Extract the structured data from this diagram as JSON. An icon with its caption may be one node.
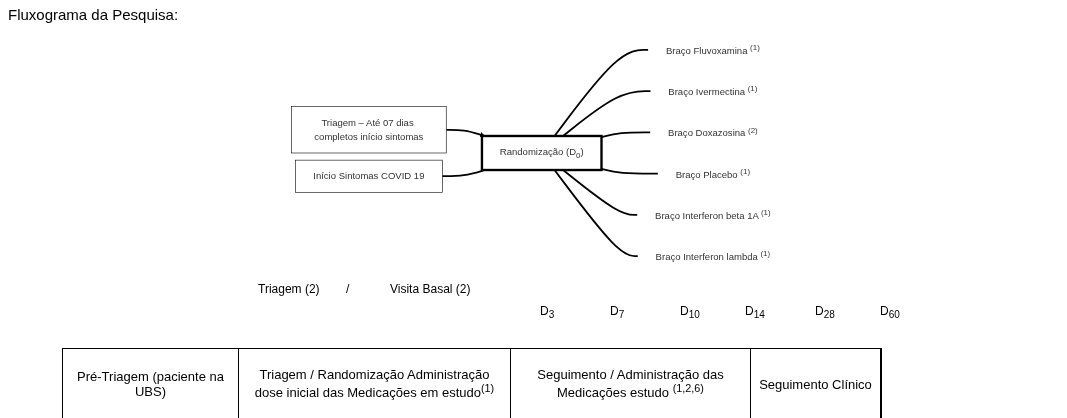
{
  "diagram": {
    "title": "Fluxograma da Pesquisa:",
    "nodes": [
      {
        "text": [
          "Triagem – Até 07 dias completos início sintomas"
        ]
      },
      {
        "text": [
          "Início Sintomas COVID 19"
        ]
      },
      {
        "text": [
          "Randomização (D$_{0}$)"
        ]
      },
      {
        "text": [
          "Braço Fluvoxamina $^{(1)}$"
        ]
      },
      {
        "text": [
          "Braço Ivermectina $^{(1)}$"
        ]
      },
      {
        "text": [
          "Braço Doxazosina $^{(2)}$"
        ]
      },
      {
        "text": [
          "Braço Placebo $^{(1)}$"
        ]
      },
      {
        "text": [
          "Braço Interferon beta 1A $^{(1)}$"
        ]
      },
      {
        "text": [
          "Braço Interferon lambda $^{(1)}$"
        ]
      }
    ],
    "edges": [
      {
        "from": 0,
        "to": 2,
        "arrow": "to"
      },
      {
        "from": 1,
        "to": 2,
        "arrow": "none"
      },
      {
        "from": 2,
        "to": 3,
        "arrow": "none"
      },
      {
        "from": 2,
        "to": 4,
        "arrow": "none"
      },
      {
        "from": 2,
        "to": 5,
        "arrow": "none"
      },
      {
        "from": 2,
        "to": 6,
        "arrow": "none"
      },
      {
        "from": 2,
        "to": 7,
        "arrow": "none"
      },
      {
        "from": 2,
        "to": 8,
        "arrow": "none"
      }
    ],
    "labels": [
      "Triagem (2)",
      "/",
      "Visita Basal (2)",
      "D$_{3}$",
      "D$_{7}$",
      "D$_{10}$",
      "D$_{14}$",
      "D$_{28}$",
      "D$_{60}$",
      "Pré-Triagem (paciente na UBS)",
      "Triagem / Randomização Administração dose inicial das Medicações em estudo$^{(1)}$",
      "Seguimento / Administração das Medicações estudo $^{(1,2,6)}$",
      "Seguimento Clínico"
    ]
  }
}
